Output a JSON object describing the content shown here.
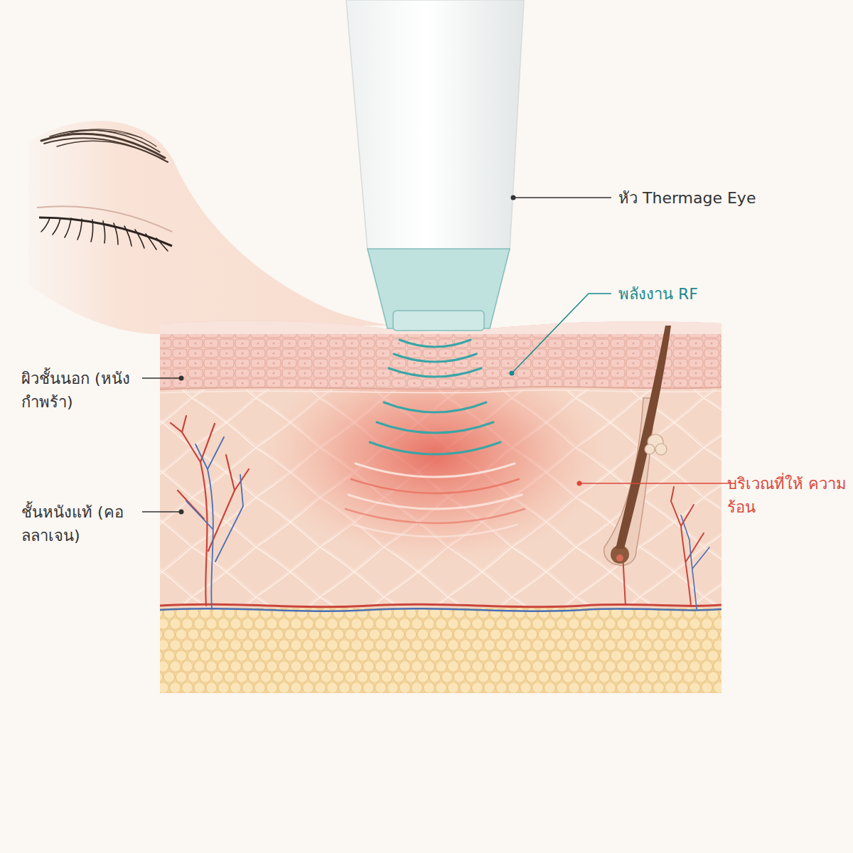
{
  "diagram": {
    "labels": [
      "หัว Thermage Eye",
      "พลังงาน RF",
      "ผิวชั้นนอก (หนังกำพร้า)",
      "บริเวณที่ให้ ความร้อน",
      "ชั้นหนังแท้ (คอลลาเจน)"
    ]
  }
}
